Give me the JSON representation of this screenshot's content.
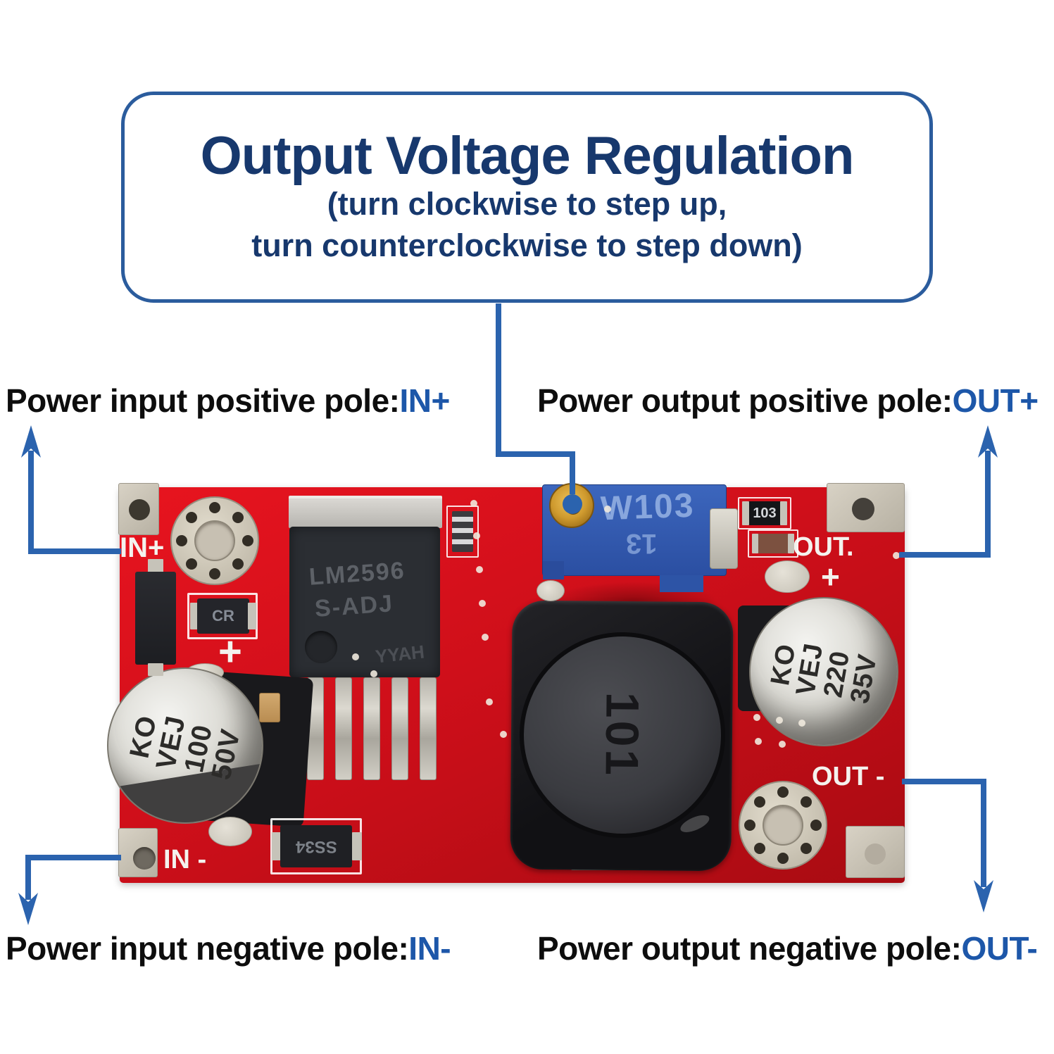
{
  "callout": {
    "title": "Output Voltage Regulation",
    "subtitle_line1": "(turn clockwise to step up,",
    "subtitle_line2": "turn counterclockwise to step down)"
  },
  "labels": {
    "in_plus": {
      "text": "Power input positive pole:",
      "pin": "IN+"
    },
    "out_plus": {
      "text": "Power output positive pole:",
      "pin": "OUT+"
    },
    "in_minus": {
      "text": "Power input negative pole:",
      "pin": "IN-"
    },
    "out_minus": {
      "text": "Power output negative pole:",
      "pin": "OUT-"
    }
  },
  "board": {
    "silkscreen": {
      "in_plus": "IN+",
      "in_minus": "IN -",
      "out_plus": "OUT.",
      "out_plus_sign": "+",
      "out_minus": "OUT -",
      "input_plus_mark": "+"
    },
    "components": {
      "regulator_line1": "LM2596",
      "regulator_line2": "S-ADJ",
      "regulator_line3": "YYAH",
      "potentiometer_line1": "W103",
      "potentiometer_line2": "13",
      "inductor_marking": "101",
      "input_capacitor": [
        "KO",
        "VEJ",
        "100",
        "50V"
      ],
      "output_capacitor": [
        "KO",
        "VEJ",
        "220",
        "35V"
      ],
      "diode_marking": "SS34",
      "small_diode_marking": "CR",
      "resistor_marking": "103"
    }
  },
  "colors": {
    "annotation_blue": "#2b63ae",
    "pin_blue": "#1d57a9",
    "title_navy": "#17386d",
    "box_border": "#2b5c9d",
    "board_red": "#cf0f1a",
    "potentiometer_blue": "#2d54a6"
  }
}
